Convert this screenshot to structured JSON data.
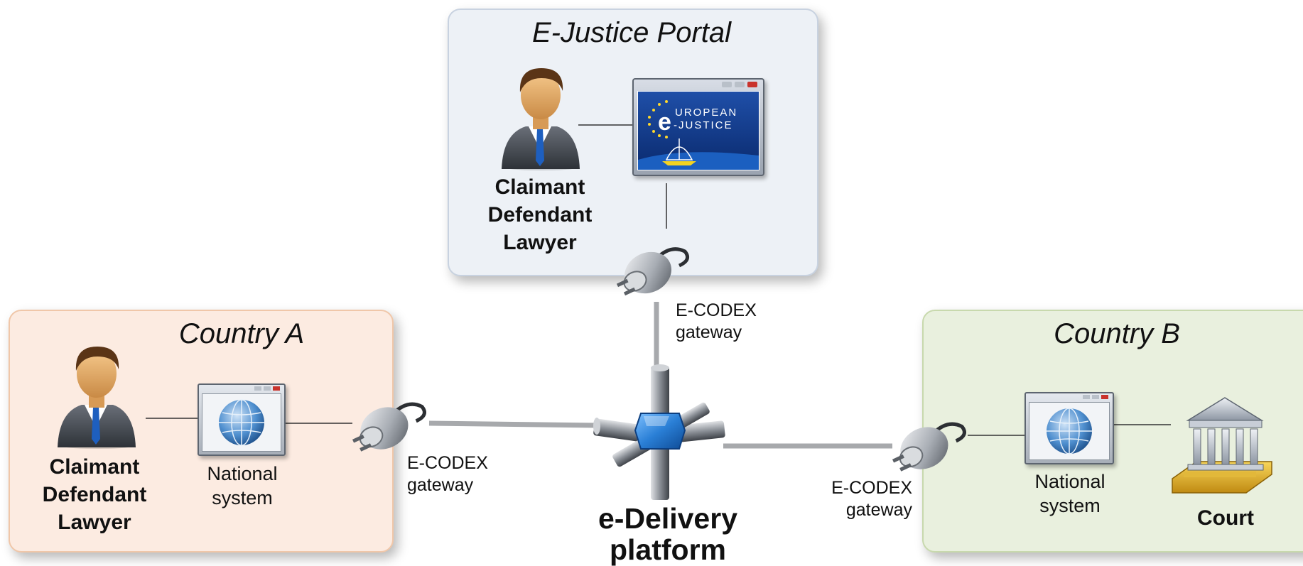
{
  "portal": {
    "title": "E-Justice Portal",
    "roles": [
      "Claimant",
      "Defendant",
      "Lawyer"
    ],
    "logo": {
      "line1": "UROPEAN",
      "line2": "-JUSTICE",
      "e": "e"
    },
    "gateway": [
      "E-CODEX",
      "gateway"
    ]
  },
  "country_a": {
    "title": "Country A",
    "roles": [
      "Claimant",
      "Defendant",
      "Lawyer"
    ],
    "system": [
      "National",
      "system"
    ],
    "gateway": [
      "E-CODEX",
      "gateway"
    ]
  },
  "country_b": {
    "title": "Country B",
    "system": [
      "National",
      "system"
    ],
    "court": "Court",
    "gateway": [
      "E-CODEX",
      "gateway"
    ]
  },
  "platform": [
    "e-Delivery",
    "platform"
  ],
  "icons": {
    "person": "person-icon",
    "browser": "browser-window-icon",
    "globe": "globe-icon",
    "plug": "plug-connector-icon",
    "hub": "network-hub-icon",
    "court": "courthouse-icon"
  },
  "colors": {
    "portal_bg": "#edf1f6",
    "country_a_bg": "#fcebe1",
    "country_b_bg": "#e9f0de",
    "hub_blue": "#2a7fd6"
  }
}
